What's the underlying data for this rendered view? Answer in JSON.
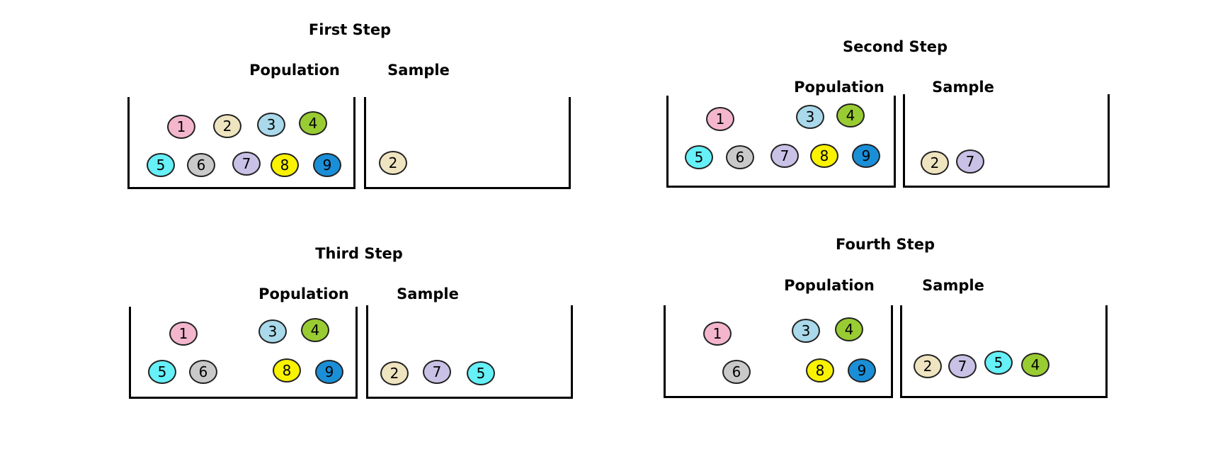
{
  "colors": {
    "1": "#f4b6cd",
    "2": "#efe4c0",
    "3": "#a9d9ea",
    "4": "#99cc33",
    "5": "#66f0f7",
    "6": "#c9c9c9",
    "7": "#c9c1e6",
    "8": "#f9f200",
    "9": "#1a8fd8"
  },
  "steps": [
    {
      "title": "First Step",
      "population_label": "Population",
      "sample_label": "Sample",
      "population": [
        "1",
        "2",
        "3",
        "4",
        "5",
        "6",
        "7",
        "8",
        "9"
      ],
      "sample": [
        "2"
      ]
    },
    {
      "title": "Second Step",
      "population_label": "Population",
      "sample_label": "Sample",
      "population": [
        "1",
        "3",
        "4",
        "5",
        "6",
        "7",
        "8",
        "9"
      ],
      "sample": [
        "2",
        "7"
      ]
    },
    {
      "title": "Third Step",
      "population_label": "Population",
      "sample_label": "Sample",
      "population": [
        "1",
        "3",
        "4",
        "5",
        "6",
        "8",
        "9"
      ],
      "sample": [
        "2",
        "7",
        "5"
      ]
    },
    {
      "title": "Fourth Step",
      "population_label": "Population",
      "sample_label": "Sample",
      "population": [
        "1",
        "3",
        "4",
        "6",
        "8",
        "9"
      ],
      "sample": [
        "2",
        "7",
        "5",
        "4"
      ]
    }
  ]
}
